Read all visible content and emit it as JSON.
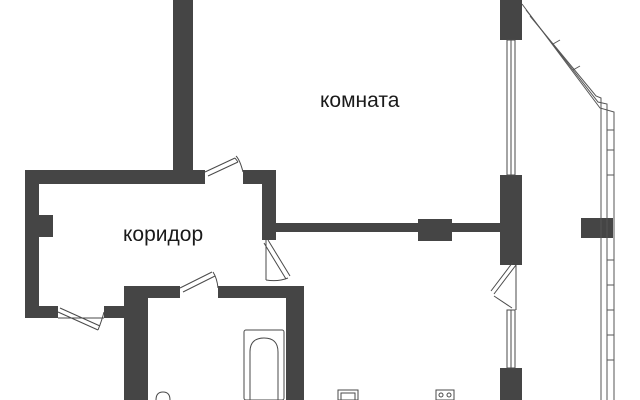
{
  "plan": {
    "rooms": [
      {
        "id": "room",
        "label": "комната"
      },
      {
        "id": "corridor",
        "label": "коридор"
      }
    ]
  }
}
